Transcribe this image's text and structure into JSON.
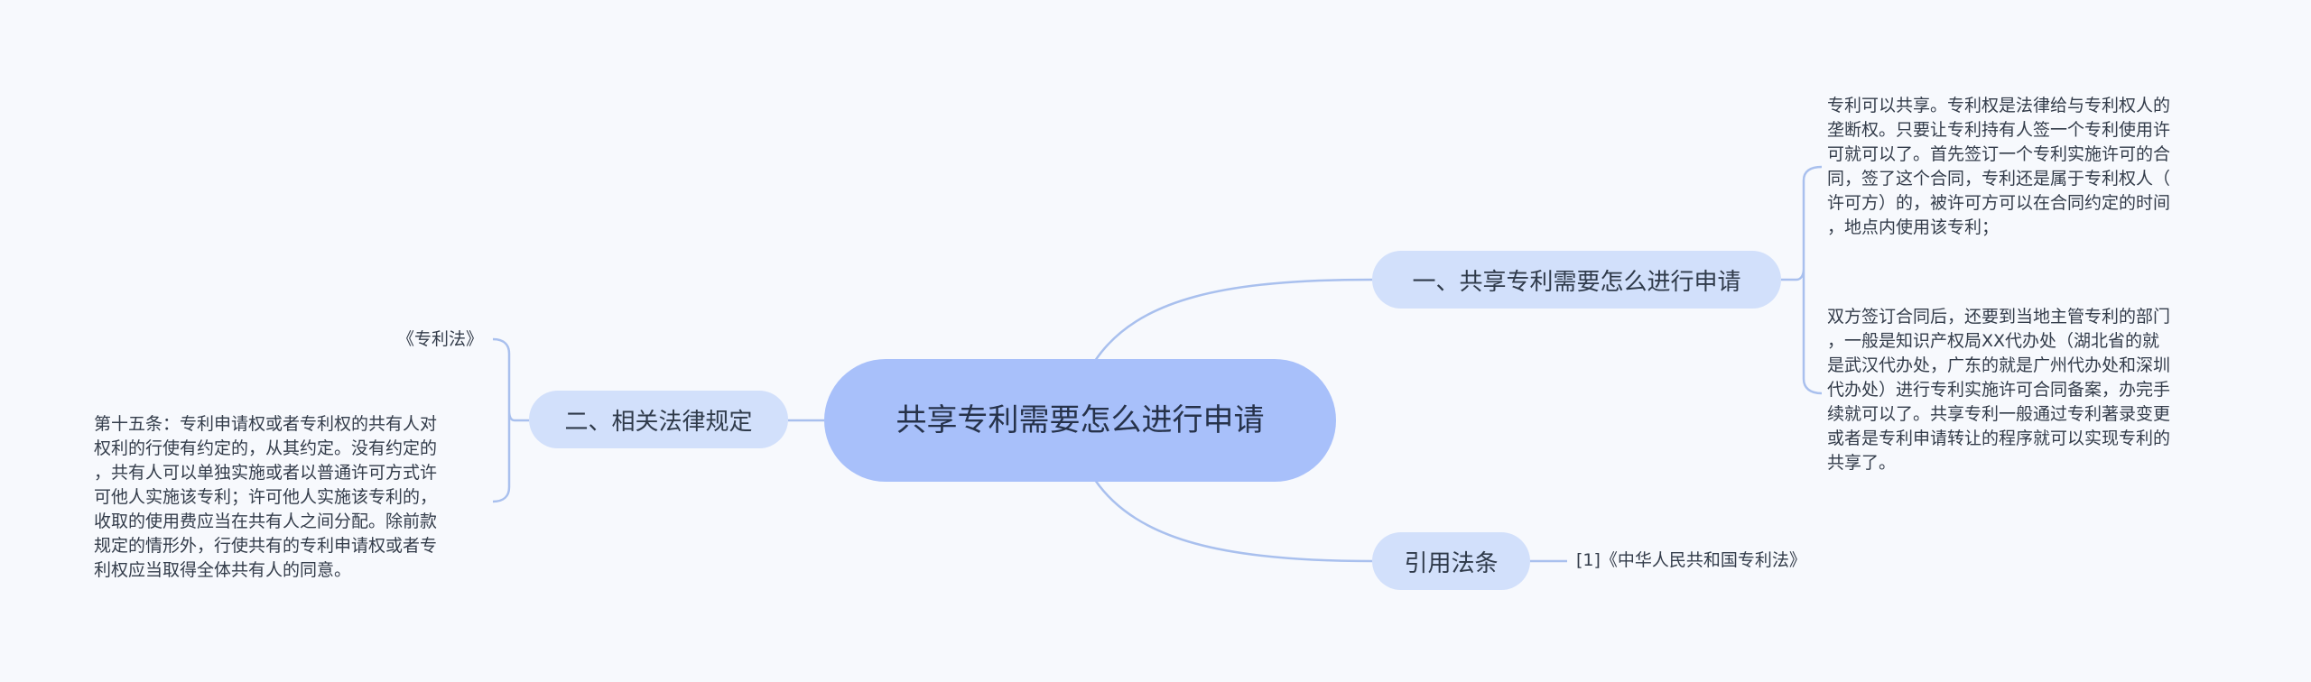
{
  "root": {
    "label": "共享专利需要怎么进行申请"
  },
  "branches": [
    {
      "label": "一、共享专利需要怎么进行申请",
      "leaves": [
        "专利可以共享。专利权是法律给与专利权人的\n垄断权。只要让专利持有人签一个专利使用许\n可就可以了。首先签订一个专利实施许可的合\n同，签了这个合同，专利还是属于专利权人（\n许可方）的，被许可方可以在合同约定的时间\n，地点内使用该专利；",
        "双方签订合同后，还要到当地主管专利的部门\n，一般是知识产权局XX代办处（湖北省的就\n是武汉代办处，广东的就是广州代办处和深圳\n代办处）进行专利实施许可合同备案，办完手\n续就可以了。共享专利一般通过专利著录变更\n或者是专利申请转让的程序就可以实现专利的\n共享了。"
      ]
    },
    {
      "label": "二、相关法律规定",
      "leaves": [
        "《专利法》",
        "第十五条：专利申请权或者专利权的共有人对\n权利的行使有约定的，从其约定。没有约定的\n，共有人可以单独实施或者以普通许可方式许\n可他人实施该专利；许可他人实施该专利的，\n收取的使用费应当在共有人之间分配。除前款\n规定的情形外，行使共有的专利申请权或者专\n利权应当取得全体共有人的同意。"
      ]
    },
    {
      "label": "引用法条",
      "leaves": [
        "[1]《中华人民共和国专利法》"
      ]
    }
  ],
  "colors": {
    "background": "#f7f9fd",
    "root_fill": "#a8c0fa",
    "branch_fill": "#d2e0fb",
    "connector": "#a9c0ee"
  }
}
